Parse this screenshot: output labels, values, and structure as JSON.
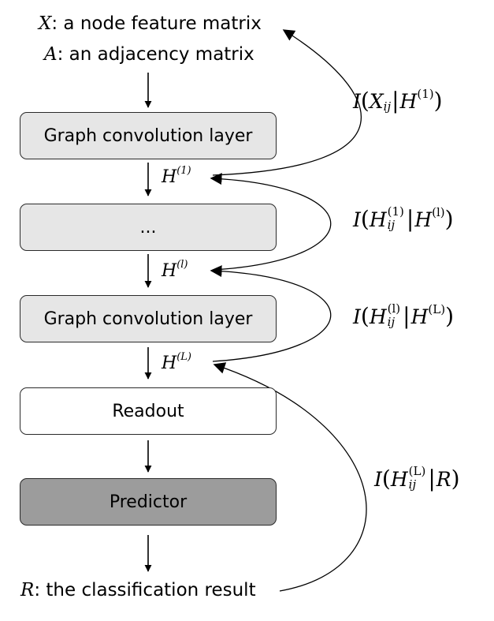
{
  "inputs": {
    "x_symbol": "X",
    "x_text": ": a node feature matrix",
    "a_symbol": "A",
    "a_text": ": an adjacency matrix"
  },
  "blocks": {
    "gcl1": "Graph convolution layer",
    "ellipsis": "...",
    "gcl2": "Graph convolution layer",
    "readout": "Readout",
    "predictor": "Predictor"
  },
  "hidden": {
    "h1_base": "H",
    "h1_sup": "(1)",
    "hl_base": "H",
    "hl_sup": "(l)",
    "hL_base": "H",
    "hL_sup": "(L)"
  },
  "result": {
    "r_symbol": "R",
    "r_text": ": the classification result"
  },
  "mi_terms": {
    "t1": {
      "I": "I",
      "var": "X",
      "sub": "ij",
      "cond": "H",
      "cond_sup": "(1)"
    },
    "t2": {
      "I": "I",
      "var": "H",
      "sub": "ij",
      "var_sup": "(1)",
      "cond": "H",
      "cond_sup": "(l)"
    },
    "t3": {
      "I": "I",
      "var": "H",
      "sub": "ij",
      "var_sup": "(l)",
      "cond": "H",
      "cond_sup": "(L)"
    },
    "t4": {
      "I": "I",
      "var": "H",
      "sub": "ij",
      "var_sup": "(L)",
      "cond": "R"
    }
  },
  "colors": {
    "box_light": "#e6e6e6",
    "box_white": "#ffffff",
    "box_dark": "#9c9c9c",
    "stroke": "#2a2a2a"
  }
}
